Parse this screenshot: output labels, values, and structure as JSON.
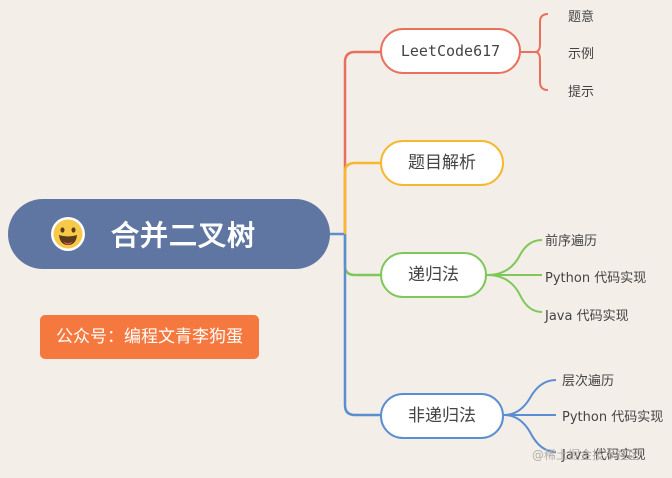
{
  "root": {
    "title": "合并二叉树",
    "icon": "grinning-face-icon"
  },
  "badge": "公众号：编程文青李狗蛋",
  "branches": [
    {
      "label": "LeetCode617",
      "color": "#e9705d",
      "leaves": [
        "题意",
        "示例",
        "提示"
      ]
    },
    {
      "label": "题目解析",
      "color": "#f5b82e",
      "leaves": []
    },
    {
      "label": "递归法",
      "color": "#7fc75a",
      "leaves": [
        "前序遍历",
        "Python 代码实现",
        "Java 代码实现"
      ]
    },
    {
      "label": "非递归法",
      "color": "#5b8dd2",
      "leaves": [
        "层次遍历",
        "Python 代码实现",
        "Java 代码实现"
      ]
    }
  ],
  "watermark": "@稀土掘金技术社区",
  "colors": {
    "background": "#f3eee7",
    "root": "#5f76a3",
    "badge": "#f5783f"
  }
}
